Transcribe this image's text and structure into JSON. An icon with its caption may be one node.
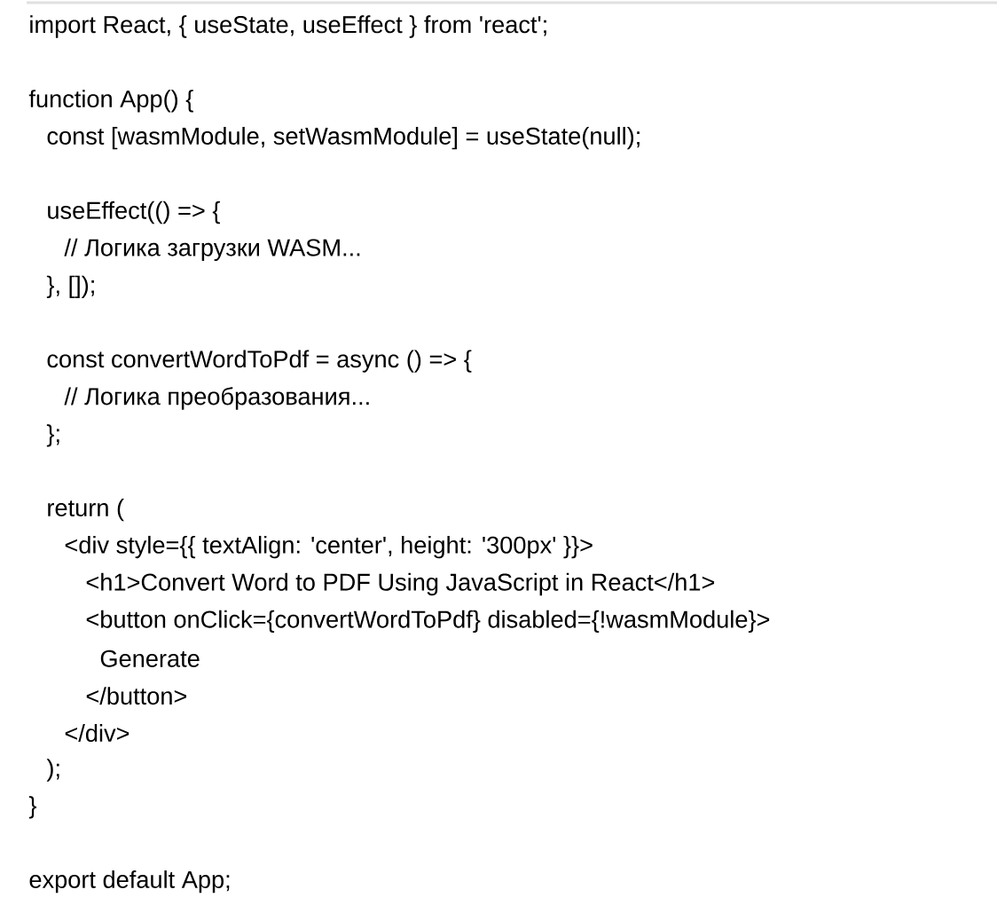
{
  "diagram": {
    "labels": [
      "import React, { useState, useEffect } from 'react';",
      "function App() {",
      "const [wasmModule, setWasmModule] = useState(null);",
      "useEffect(() => {",
      "// Логика загрузки WASM...",
      "}, []);",
      "const convertWordToPdf = async () => {",
      "// Логика преобразования...",
      "};",
      "return (",
      "<div style={{ textAlign: 'center', height: '300px' }}>",
      "<h1>Convert Word to PDF Using JavaScript in React</h1>",
      "<button onClick={convertWordToPdf} disabled={!wasmModule}>",
      "Generate",
      "</button>",
      "</div>",
      ");",
      "}",
      "export default App;"
    ]
  }
}
